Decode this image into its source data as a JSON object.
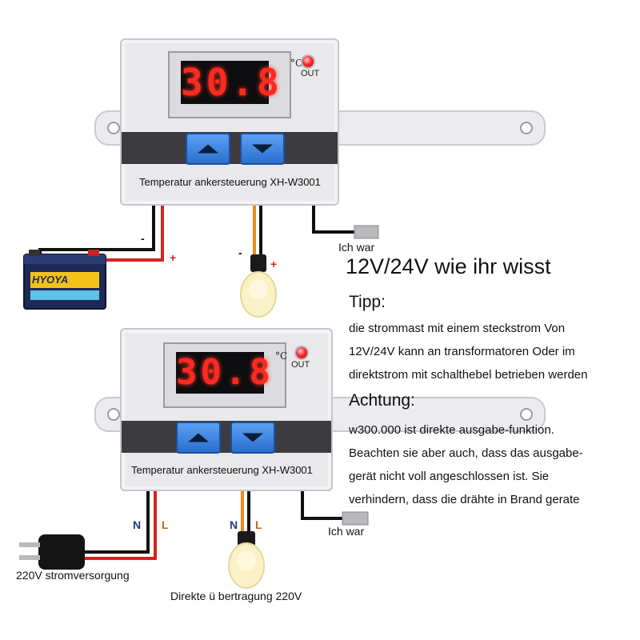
{
  "colors": {
    "display_red": "#ff2a1f",
    "button_blue": "#2b6fd0",
    "wire_red": "#d6241f",
    "wire_black": "#111111",
    "wire_orange": "#f08a1a"
  },
  "icons": [
    "up-arrow-icon",
    "down-arrow-icon",
    "battery-icon",
    "lightbulb-icon",
    "plug-icon",
    "sensor-probe-icon",
    "led-indicator-icon"
  ],
  "top_controller": {
    "display_value": "30.8",
    "unit": "°C",
    "out_label": "OUT",
    "model_label": "Temperatur ankersteuerung  XH-W3001"
  },
  "bottom_controller": {
    "display_value": "30.8",
    "unit": "°C",
    "out_label": "OUT",
    "model_label": "Temperatur ankersteuerung  XH-W3001"
  },
  "top_wiring": {
    "minus_battery": "-",
    "plus_battery": "+",
    "minus_bulb": "-",
    "plus_bulb": "+",
    "probe_label": "Ich war",
    "battery_brand": "HYOYA"
  },
  "bottom_wiring": {
    "n_power": "N",
    "l_power": "L",
    "n_bulb": "N",
    "l_bulb": "L",
    "probe_label": "Ich war",
    "power_caption": "220V stromversorgung",
    "output_caption": "Direkte  ü bertragung 220V"
  },
  "notes": {
    "heading": "12V/24V wie ihr wisst",
    "tip_title": "Tipp:",
    "tip_lines": [
      "die strommast mit einem steckstrom Von",
      "12V/24V kann an transformatoren Oder im",
      "direktstrom mit schalthebel  betrieben werden"
    ],
    "attention_title": "Achtung:",
    "attention_lines": [
      "w300.000 ist direkte ausgabe-funktion.",
      "Beachten sie aber auch, dass das ausgabe-",
      "gerät nicht voll angeschlossen ist. Sie",
      "verhindern, dass die drähte in Brand gerate"
    ]
  }
}
